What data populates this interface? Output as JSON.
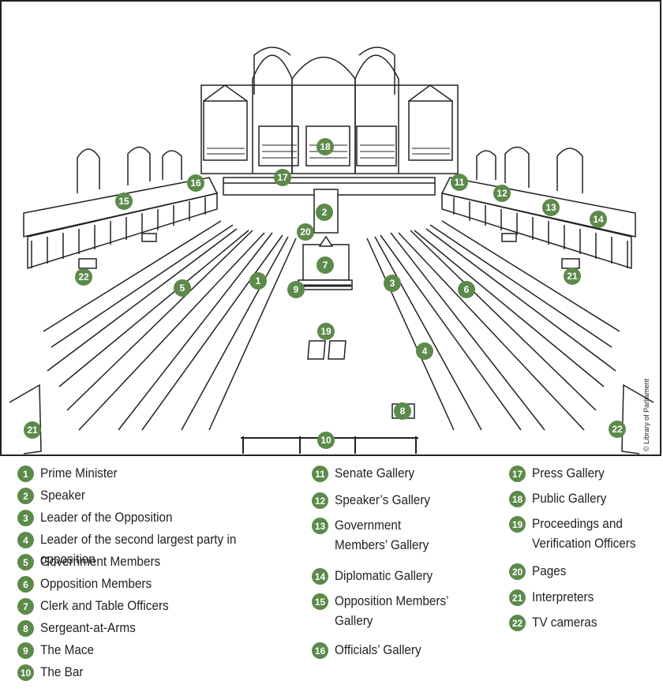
{
  "credit": "© Library of Parliament",
  "markers": [
    "1",
    "2",
    "3",
    "4",
    "5",
    "6",
    "7",
    "8",
    "9",
    "10",
    "11",
    "12",
    "13",
    "14",
    "15",
    "16",
    "17",
    "18",
    "19",
    "20",
    "21",
    "22",
    "22",
    "21"
  ],
  "legend": {
    "col1": [
      {
        "num": "1",
        "label": "Prime Minister"
      },
      {
        "num": "2",
        "label": "Speaker"
      },
      {
        "num": "3",
        "label": "Leader of the Opposition"
      },
      {
        "num": "4",
        "label": "Leader of the second largest party in opposition"
      },
      {
        "num": "5",
        "label": "Government Members"
      },
      {
        "num": "6",
        "label": "Opposition Members"
      },
      {
        "num": "7",
        "label": "Clerk and Table Officers"
      },
      {
        "num": "8",
        "label": "Sergeant-at-Arms"
      },
      {
        "num": "9",
        "label": "The Mace"
      },
      {
        "num": "10",
        "label": "The Bar"
      }
    ],
    "col2": [
      {
        "num": "11",
        "label": "Senate Gallery"
      },
      {
        "num": "12",
        "label": "Speaker’s Gallery"
      },
      {
        "num": "13",
        "label": "Government\nMembers’ Gallery"
      },
      {
        "num": "14",
        "label": "Diplomatic Gallery"
      },
      {
        "num": "15",
        "label": "Opposition Members’\nGallery"
      },
      {
        "num": "16",
        "label": "Officials’ Gallery"
      }
    ],
    "col3": [
      {
        "num": "17",
        "label": "Press Gallery"
      },
      {
        "num": "18",
        "label": "Public Gallery"
      },
      {
        "num": "19",
        "label": "Proceedings and\nVerification Officers"
      },
      {
        "num": "20",
        "label": "Pages"
      },
      {
        "num": "21",
        "label": "Interpreters"
      },
      {
        "num": "22",
        "label": "TV cameras"
      }
    ]
  },
  "colors": {
    "marker": "#5c8a4a",
    "line": "#222222"
  }
}
